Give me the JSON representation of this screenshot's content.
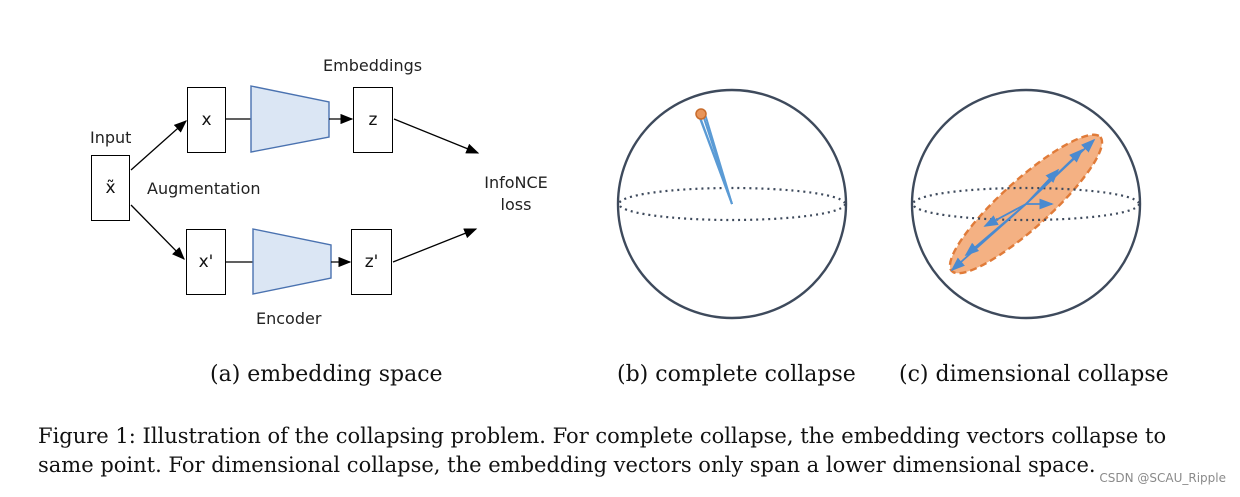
{
  "panel_a": {
    "input_label": "Input",
    "input_symbol": "x̃",
    "augmentation_label": "Augmentation",
    "top_view": "x",
    "bottom_view": "x'",
    "top_embedding": "z",
    "bottom_embedding": "z'",
    "embeddings_label": "Embeddings",
    "encoder_label": "Encoder",
    "loss_line1": "InfoNCE",
    "loss_line2": "loss",
    "subcaption": "(a) embedding space"
  },
  "panel_b": {
    "subcaption": "(b) complete collapse"
  },
  "panel_c": {
    "subcaption": "(c) dimensional collapse"
  },
  "caption": {
    "prefix": "Figure 1:",
    "text": "Illustration of the collapsing problem. For complete collapse, the embedding vectors collapse to same point. For dimensional collapse, the embedding vectors only span a lower dimensional space."
  },
  "watermark": "CSDN @SCAU_Ripple",
  "colors": {
    "encoder_fill": "#dbe6f4",
    "encoder_stroke": "#4a72b0",
    "sphere_stroke": "#3e4a5c",
    "vector_blue": "#5b9bd5",
    "collapse_orange": "#f4b183",
    "collapse_dash": "#e07b39"
  }
}
